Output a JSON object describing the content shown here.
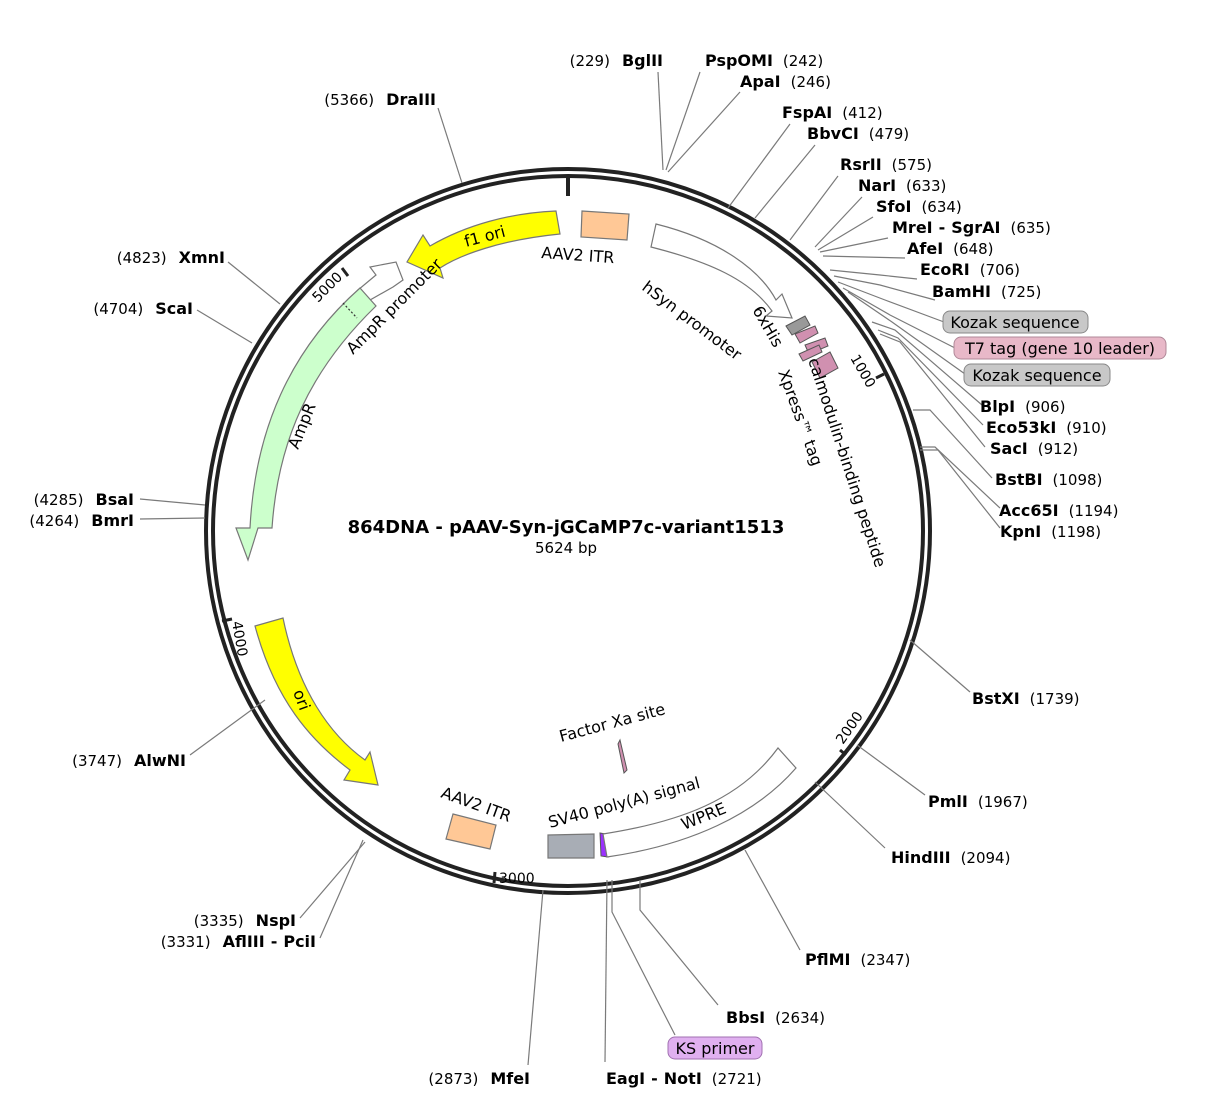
{
  "plasmid": {
    "name": "864DNA - pAAV-Syn-jGCaMP7c-variant1513",
    "size_label": "5624 bp",
    "length": 5624
  },
  "ticks": [
    {
      "bp": 1000,
      "label": "1000"
    },
    {
      "bp": 2000,
      "label": "2000"
    },
    {
      "bp": 3000,
      "label": "3000"
    },
    {
      "bp": 4000,
      "label": "4000"
    },
    {
      "bp": 5000,
      "label": "5000"
    }
  ],
  "enzymes_right": [
    {
      "name": "BglII",
      "pos": "(229)",
      "bp": 229,
      "pos_first": true
    },
    {
      "name": "PspOMI",
      "pos": "(242)",
      "bp": 242
    },
    {
      "name": "ApaI",
      "pos": "(246)",
      "bp": 246
    },
    {
      "name": "FspAI",
      "pos": "(412)",
      "bp": 412
    },
    {
      "name": "BbvCI",
      "pos": "(479)",
      "bp": 479
    },
    {
      "name": "RsrII",
      "pos": "(575)",
      "bp": 575
    },
    {
      "name": "NarI",
      "pos": "(633)",
      "bp": 633
    },
    {
      "name": "SfoI",
      "pos": "(634)",
      "bp": 634
    },
    {
      "name": "MreI",
      "name2": "SgrAI",
      "pos": "(635)",
      "bp": 635
    },
    {
      "name": "AfeI",
      "pos": "(648)",
      "bp": 648
    },
    {
      "name": "EcoRI",
      "pos": "(706)",
      "bp": 706
    },
    {
      "name": "BamHI",
      "pos": "(725)",
      "bp": 725
    },
    {
      "name": "BlpI",
      "pos": "(906)",
      "bp": 906
    },
    {
      "name": "Eco53kI",
      "pos": "(910)",
      "bp": 910
    },
    {
      "name": "SacI",
      "pos": "(912)",
      "bp": 912
    },
    {
      "name": "BstBI",
      "pos": "(1098)",
      "bp": 1098
    },
    {
      "name": "Acc65I",
      "pos": "(1194)",
      "bp": 1194
    },
    {
      "name": "KpnI",
      "pos": "(1198)",
      "bp": 1198
    },
    {
      "name": "BstXI",
      "pos": "(1739)",
      "bp": 1739
    },
    {
      "name": "PmlI",
      "pos": "(1967)",
      "bp": 1967
    },
    {
      "name": "HindIII",
      "pos": "(2094)",
      "bp": 2094
    },
    {
      "name": "PflMI",
      "pos": "(2347)",
      "bp": 2347
    },
    {
      "name": "BbsI",
      "pos": "(2634)",
      "bp": 2634
    },
    {
      "name": "EagI",
      "name2": "NotI",
      "pos": "(2721)",
      "bp": 2721
    }
  ],
  "enzymes_left": [
    {
      "name": "MfeI",
      "pos": "(2873)",
      "bp": 2873
    },
    {
      "name": "NspI",
      "pos": "(3335)",
      "bp": 3335
    },
    {
      "name": "AflIII",
      "name2": "PciI",
      "pos": "(3331)",
      "bp": 3331
    },
    {
      "name": "AlwNI",
      "pos": "(3747)",
      "bp": 3747
    },
    {
      "name": "BmrI",
      "pos": "(4264)",
      "bp": 4264
    },
    {
      "name": "BsaI",
      "pos": "(4285)",
      "bp": 4285
    },
    {
      "name": "ScaI",
      "pos": "(4704)",
      "bp": 4704
    },
    {
      "name": "XmnI",
      "pos": "(4823)",
      "bp": 4823
    },
    {
      "name": "DraIII",
      "pos": "(5366)",
      "bp": 5366
    }
  ],
  "primer_boxes": [
    {
      "label": "Kozak sequence",
      "color": "#c8c8c8"
    },
    {
      "label": "T7 tag (gene 10 leader)",
      "color": "#e8b8c8"
    },
    {
      "label": "Kozak sequence",
      "color": "#c8c8c8"
    },
    {
      "label": "KS primer",
      "color": "#e0b0f0"
    }
  ],
  "features": [
    {
      "label": "f1 ori",
      "color": "#ffff00"
    },
    {
      "label": "AAV2 ITR",
      "color": "#ffc896"
    },
    {
      "label": "hSyn promoter",
      "color": "#ffffff"
    },
    {
      "label": "AmpR promoter",
      "color": "#ffffff"
    },
    {
      "label": "AmpR",
      "color": "#ccffcc"
    },
    {
      "label": "6xHis",
      "color": "#999999"
    },
    {
      "label": "Xpress™ tag",
      "color": "#d090b0"
    },
    {
      "label": "calmodulin-binding peptide",
      "color": "#d090b0"
    },
    {
      "label": "ori",
      "color": "#ffff00"
    },
    {
      "label": "AAV2 ITR",
      "color": "#ffc896"
    },
    {
      "label": "Factor Xa site",
      "color": "#d090b0"
    },
    {
      "label": "SV40 poly(A) signal",
      "color": "#a8adb5"
    },
    {
      "label": "WPRE",
      "color": "#ffffff"
    }
  ]
}
